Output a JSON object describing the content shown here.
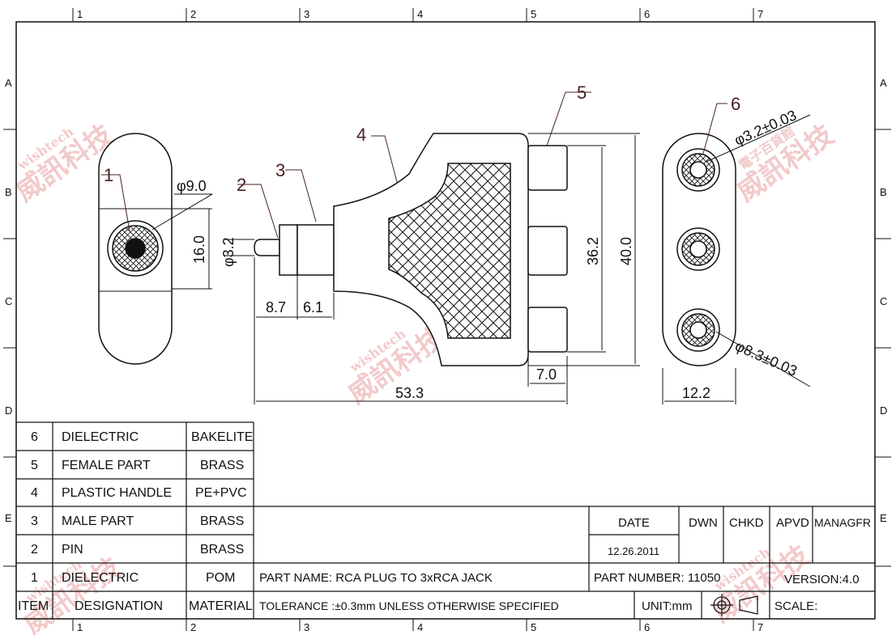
{
  "grid": {
    "columns": [
      "1",
      "2",
      "3",
      "4",
      "5",
      "6",
      "7"
    ],
    "rows": [
      "A",
      "B",
      "C",
      "D",
      "E"
    ]
  },
  "callouts": [
    "1",
    "2",
    "3",
    "4",
    "5",
    "6"
  ],
  "dimensions": {
    "side_dia": "φ9.0",
    "side_h": "16.0",
    "pin_dia": "φ3.2",
    "pin_len": "8.7",
    "plug_len": "6.1",
    "jack_pitch": "36.2",
    "overall_h": "40.0",
    "jack_len": "7.0",
    "overall_len": "53.3",
    "hole_dia": "φ3.2±0.03",
    "jack_dia": "φ8.3±0.03",
    "end_w": "12.2"
  },
  "bom": {
    "header": {
      "item": "ITEM",
      "designation": "DESIGNATION",
      "material": "MATERIAL"
    },
    "rows": [
      {
        "item": "6",
        "designation": "DIELECTRIC",
        "material": "BAKELITE"
      },
      {
        "item": "5",
        "designation": "FEMALE PART",
        "material": "BRASS"
      },
      {
        "item": "4",
        "designation": "PLASTIC HANDLE",
        "material": "PE+PVC"
      },
      {
        "item": "3",
        "designation": "MALE PART",
        "material": "BRASS"
      },
      {
        "item": "2",
        "designation": "PIN",
        "material": "BRASS"
      },
      {
        "item": "1",
        "designation": "DIELECTRIC",
        "material": "POM"
      }
    ]
  },
  "title_block": {
    "date_label": "DATE",
    "dwn": "DWN",
    "chkd": "CHKD",
    "apvd": "APVD",
    "managfr": "MANAGFR",
    "date_value": "12.26.2011",
    "part_name": "PART  NAME: RCA PLUG TO 3xRCA JACK",
    "part_number": "PART  NUMBER: 11050",
    "version": "VERSION:4.0",
    "tolerance": "TOLERANCE :±0.3mm  UNLESS  OTHERWISE  SPECIFIED",
    "unit": "UNIT:mm",
    "scale": "SCALE:"
  },
  "watermark": {
    "cn": "威訊科技",
    "en": "wishtech",
    "cn2": "電子百貨館"
  }
}
